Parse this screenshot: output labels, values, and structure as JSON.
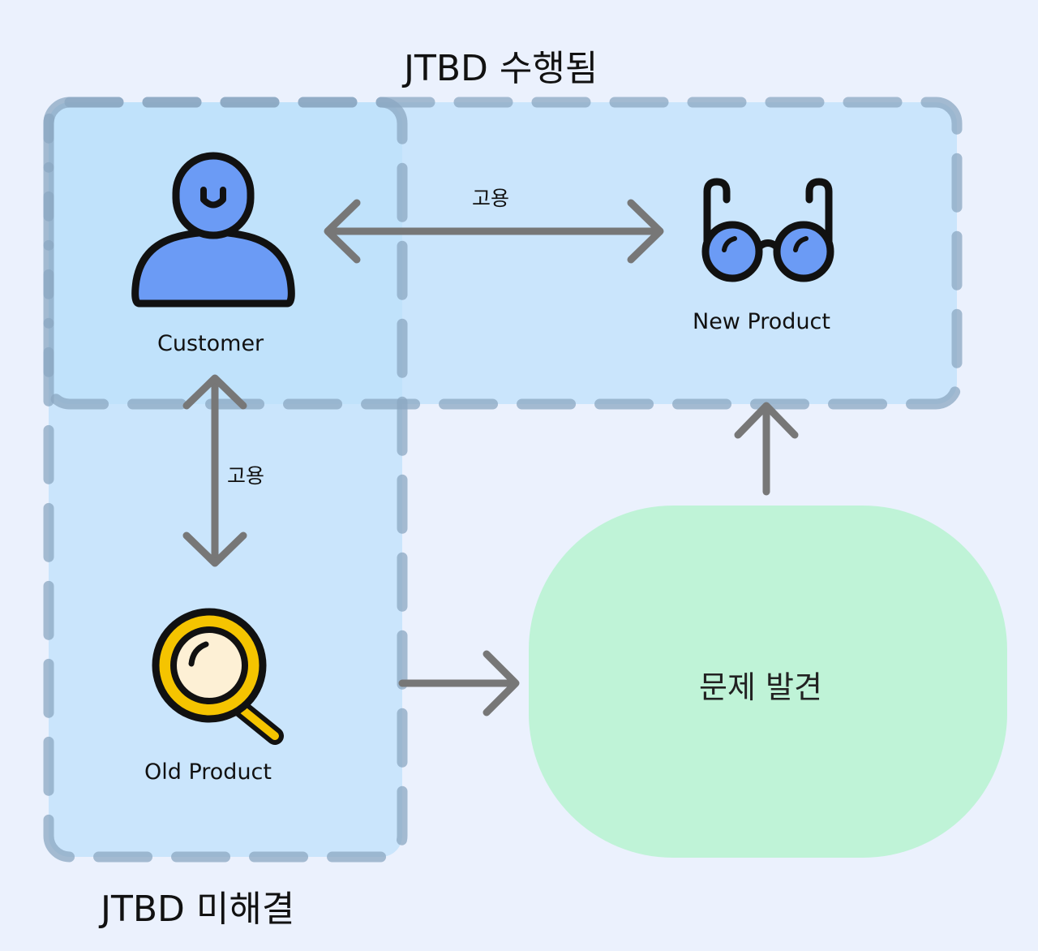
{
  "titles": {
    "top": "JTBD 수행됨",
    "bottom": "JTBD 미해결"
  },
  "nodes": {
    "customer": {
      "label": "Customer",
      "icon": "customer-icon"
    },
    "new_product": {
      "label": "New Product",
      "icon": "glasses-icon"
    },
    "old_product": {
      "label": "Old Product",
      "icon": "magnifier-icon"
    },
    "problem": {
      "label": "문제 발견"
    }
  },
  "edges": {
    "customer_new": {
      "label": "고용"
    },
    "customer_old": {
      "label": "고용"
    }
  },
  "colors": {
    "background": "#ebf1fd",
    "region_fill": "#bde0fb",
    "region_border": "#8ba7c2",
    "arrow": "#777777",
    "icon_fill": "#6b9bf5",
    "magnifier_ring": "#f5c400",
    "magnifier_lens": "#fdf0d5",
    "problem_fill": "#bff3d7"
  }
}
